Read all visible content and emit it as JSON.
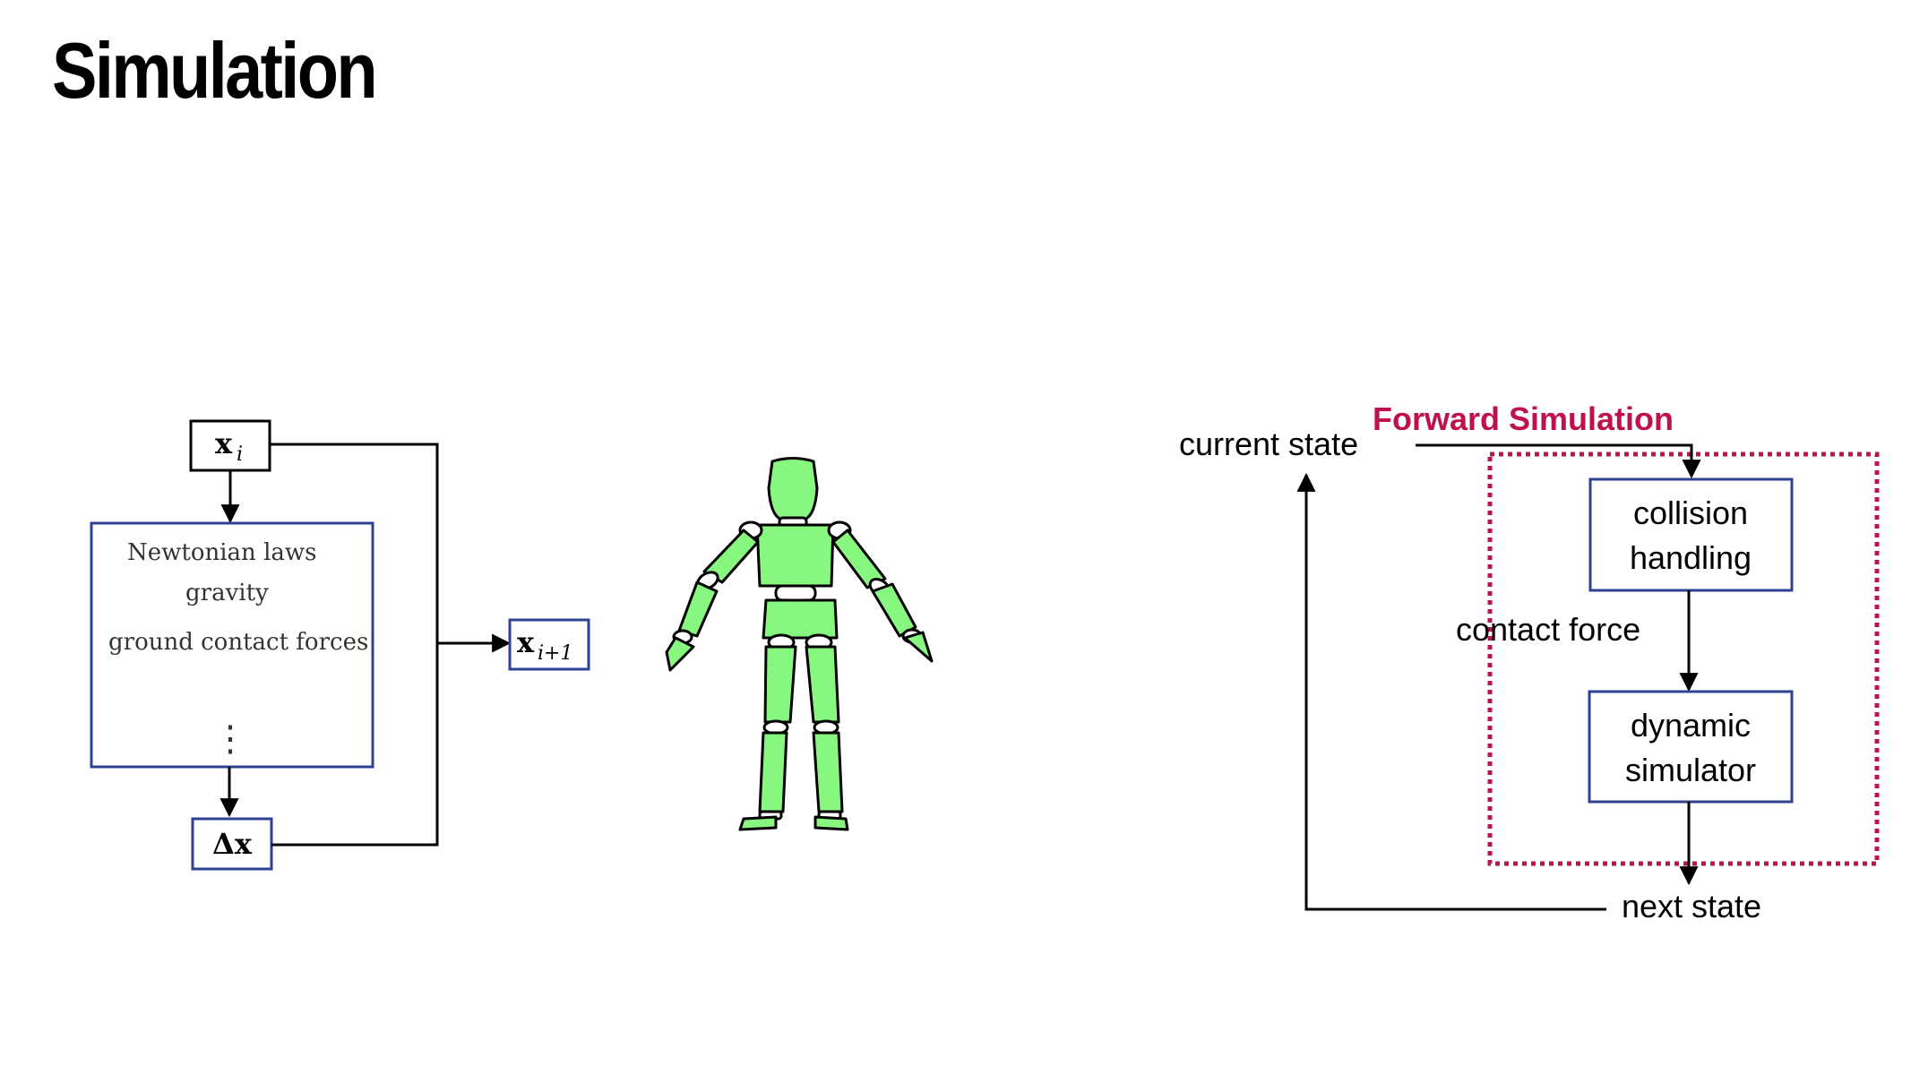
{
  "slide": {
    "title": "Simulation"
  },
  "left_diagram": {
    "state_box": {
      "main": "x",
      "sub": "i"
    },
    "forces_box": {
      "items": [
        "Newtonian laws",
        "gravity",
        "ground contact forces"
      ],
      "ellipsis": "⋮"
    },
    "delta_box": {
      "label": "Δx"
    },
    "next_state_box": {
      "main": "x",
      "sub": "i+1"
    }
  },
  "right_diagram": {
    "region_title": "Forward Simulation",
    "current_state": "current state",
    "collision_box": {
      "line1": "collision",
      "line2": "handling"
    },
    "contact_force": "contact force",
    "dynamic_box": {
      "line1": "dynamic",
      "line2": "simulator"
    },
    "next_state": "next state"
  },
  "colors": {
    "box_blue": "#2e4290",
    "arrow_black": "#000000",
    "accent_crimson": "#c0124a",
    "robot_green": "#88f77f"
  }
}
